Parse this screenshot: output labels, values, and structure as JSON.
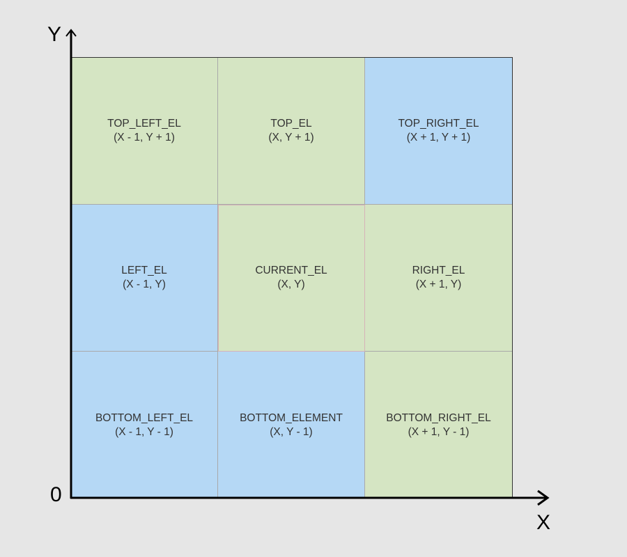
{
  "colors": {
    "background": "#e6e6e6",
    "green": "#d5e5c3",
    "blue": "#b5d8f5",
    "axis": "#000000",
    "text": "#333333"
  },
  "axes": {
    "x_label": "X",
    "y_label": "Y",
    "origin_label": "0"
  },
  "cells": [
    {
      "name": "top-left-el",
      "label": "TOP_LEFT_EL",
      "coord": "(X - 1, Y + 1)",
      "color": "green"
    },
    {
      "name": "top-el",
      "label": "TOP_EL",
      "coord": "(X, Y + 1)",
      "color": "green"
    },
    {
      "name": "top-right-el",
      "label": "TOP_RIGHT_EL",
      "coord": "(X + 1, Y + 1)",
      "color": "blue"
    },
    {
      "name": "left-el",
      "label": "LEFT_EL",
      "coord": "(X - 1, Y)",
      "color": "blue"
    },
    {
      "name": "current-el",
      "label": "CURRENT_EL",
      "coord": "(X, Y)",
      "color": "green"
    },
    {
      "name": "right-el",
      "label": "RIGHT_EL",
      "coord": "(X + 1, Y)",
      "color": "green"
    },
    {
      "name": "bottom-left-el",
      "label": "BOTTOM_LEFT_EL",
      "coord": "(X - 1, Y - 1)",
      "color": "blue"
    },
    {
      "name": "bottom-element",
      "label": "BOTTOM_ELEMENT",
      "coord": "(X, Y - 1)",
      "color": "blue"
    },
    {
      "name": "bottom-right-el",
      "label": "BOTTOM_RIGHT_EL",
      "coord": "(X + 1, Y - 1)",
      "color": "green"
    }
  ]
}
